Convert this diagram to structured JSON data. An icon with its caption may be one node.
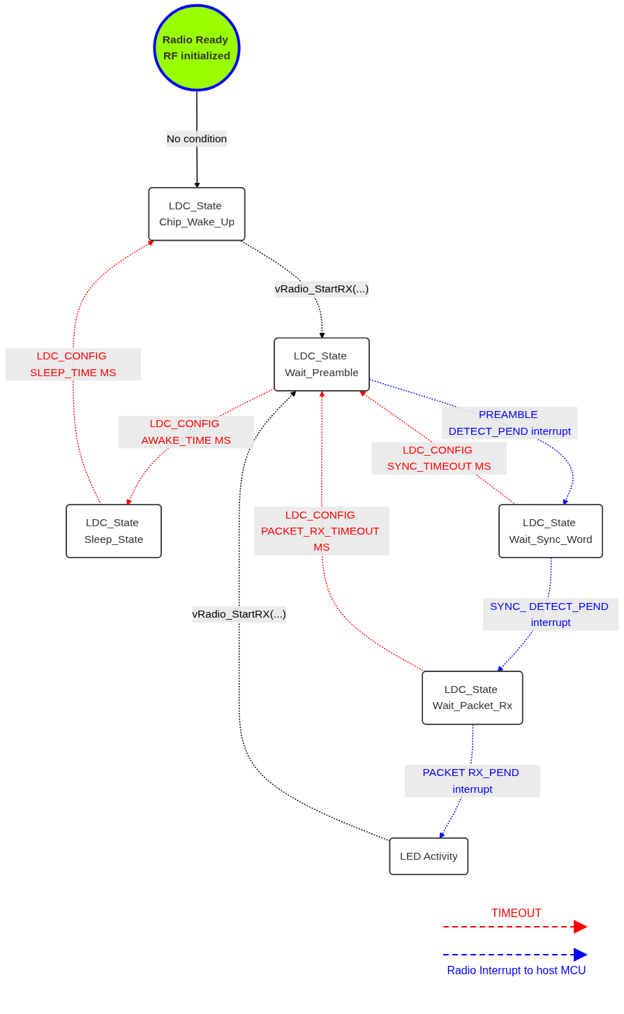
{
  "diagram": {
    "nodes": [
      {
        "text": [
          "Radio Ready RF initialized"
        ]
      },
      {
        "text": [
          "LDC_State Sleep_State"
        ]
      },
      {
        "text": [
          "LDC_State Chip_Wake_Up"
        ]
      },
      {
        "text": [
          "LDC_State Wait_Preamble"
        ]
      },
      {
        "text": [
          "LED Activity"
        ]
      },
      {
        "text": [
          "LDC_State Wait_Sync_Word"
        ]
      },
      {
        "text": [
          "LDC_State Wait_Packet_Rx"
        ]
      }
    ],
    "edges": [
      {
        "from": 0,
        "to": 2,
        "arrow": "to",
        "label": "No condition",
        "color": "#000000"
      },
      {
        "from": 1,
        "to": 2,
        "arrow": "to",
        "label": "LDC_CONFIG SLEEP_TIME MS",
        "style": "dashed",
        "color": "#ff0000"
      },
      {
        "from": 3,
        "to": 1,
        "arrow": "to",
        "label": "LDC_CONFIG AWAKE_TIME MS",
        "style": "dashed",
        "color": "#ff0000"
      },
      {
        "from": 2,
        "to": 3,
        "arrow": "to",
        "label": "vRadio_StartRX(...)",
        "style": "dashed",
        "color": "#000000"
      },
      {
        "from": 3,
        "to": 5,
        "arrow": "to",
        "label": "PREAMBLE DETECT_PEND interrupt",
        "style": "dashed",
        "color": "#0000ff"
      },
      {
        "from": 5,
        "to": 3,
        "arrow": "to",
        "label": "LDC_CONFIG SYNC_TIMEOUT MS",
        "style": "dashed",
        "color": "#ff0000"
      },
      {
        "from": 4,
        "to": 3,
        "arrow": "to",
        "label": "vRadio_StartRX(...)",
        "style": "dashed",
        "color": "#000000"
      },
      {
        "from": 6,
        "to": 3,
        "arrow": "to",
        "label": "LDC_CONFIG PACKET_RX_TIMEOUT MS",
        "style": "dashed",
        "color": "#ff0000"
      },
      {
        "from": 5,
        "to": 6,
        "arrow": "to",
        "label": "SYNC_ DETECT_PEND interrupt",
        "style": "dashed",
        "color": "#0000ff"
      },
      {
        "from": 6,
        "to": 4,
        "arrow": "to",
        "label": "PACKET RX_PEND interrupt",
        "style": "dashed",
        "color": "#0000ff"
      }
    ],
    "legend": [
      {
        "text": "TIMEOUT"
      },
      {
        "text": "Radio Interrupt to host MCU"
      }
    ]
  }
}
